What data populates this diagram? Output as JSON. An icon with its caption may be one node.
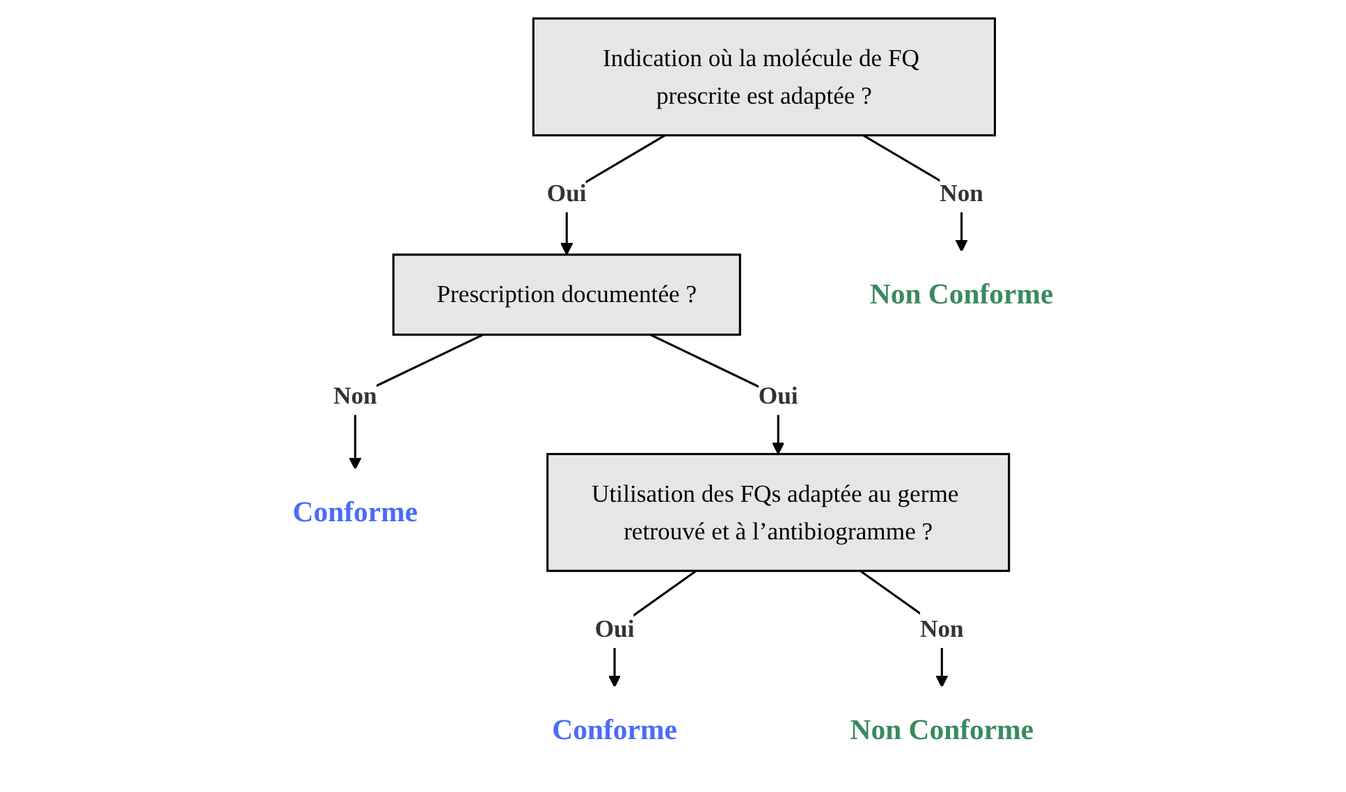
{
  "diagram": {
    "nodes": [
      {
        "text": [
          "Indication où la molécule de FQ prescrite est adaptée ?"
        ]
      },
      {
        "text": [
          "Prescription documentée ?"
        ]
      },
      {
        "text": [
          "Conforme"
        ]
      },
      {
        "text": [
          "Utilisation des FQs adaptée au germe retrouvé et à l’antibiogramme ?"
        ]
      },
      {
        "text": [
          "Conforme"
        ]
      },
      {
        "text": [
          "Non Conforme"
        ]
      },
      {
        "text": [
          "Non Conforme"
        ]
      }
    ],
    "edges": [
      {
        "from": 0,
        "to": 5,
        "label": "Non",
        "arrow": "to"
      },
      {
        "from": 0,
        "to": 1,
        "label": "Oui",
        "arrow": "to"
      },
      {
        "from": 1,
        "to": 2,
        "label": "Non",
        "arrow": "to"
      },
      {
        "from": 1,
        "to": 3,
        "label": "Oui",
        "arrow": "to"
      },
      {
        "from": 3,
        "to": 4,
        "label": "Oui",
        "arrow": "to"
      },
      {
        "from": 3,
        "to": 6,
        "label": "Non",
        "arrow": "to"
      }
    ]
  }
}
